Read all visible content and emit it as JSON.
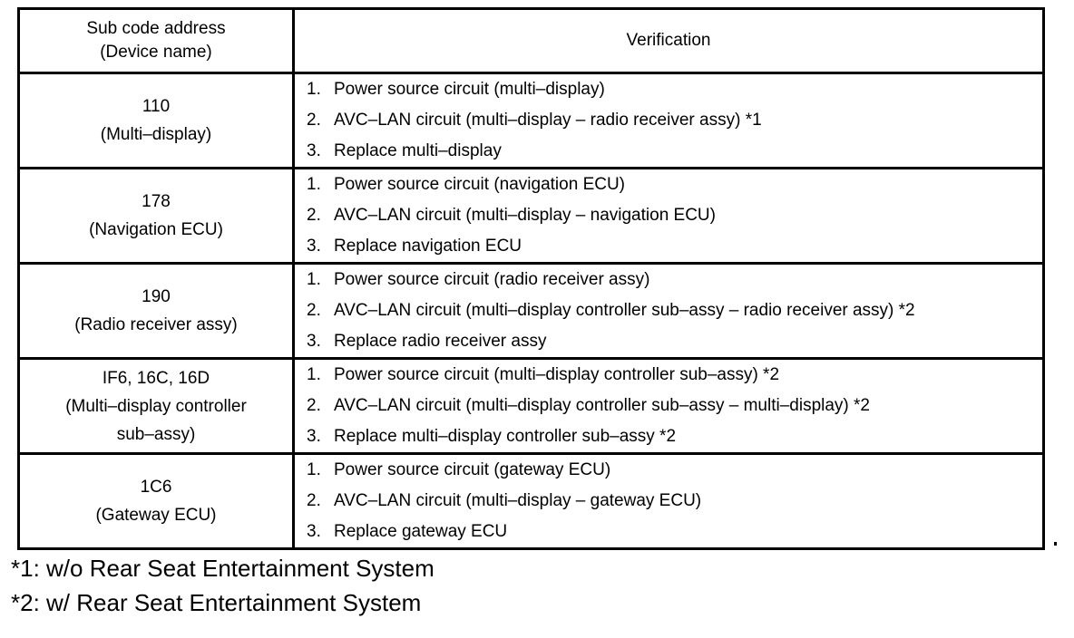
{
  "table": {
    "headers": {
      "code_line1": "Sub code address",
      "code_line2": "(Device name)",
      "verification": "Verification"
    },
    "rows": [
      {
        "code": "110",
        "device": "(Multi–display)",
        "device_line2": "",
        "items": [
          {
            "num": "1.",
            "text": "Power source circuit (multi–display)"
          },
          {
            "num": "2.",
            "text": "AVC–LAN circuit (multi–display – radio receiver assy) *1"
          },
          {
            "num": "3.",
            "text": "Replace multi–display"
          }
        ]
      },
      {
        "code": "178",
        "device": "(Navigation ECU)",
        "device_line2": "",
        "items": [
          {
            "num": "1.",
            "text": "Power source circuit (navigation ECU)"
          },
          {
            "num": "2.",
            "text": "AVC–LAN circuit (multi–display – navigation ECU)"
          },
          {
            "num": "3.",
            "text": "Replace navigation ECU"
          }
        ]
      },
      {
        "code": "190",
        "device": "(Radio receiver assy)",
        "device_line2": "",
        "items": [
          {
            "num": "1.",
            "text": "Power source circuit (radio receiver assy)"
          },
          {
            "num": "2.",
            "text": "AVC–LAN circuit (multi–display controller sub–assy – radio receiver assy) *2"
          },
          {
            "num": "3.",
            "text": "Replace radio receiver assy"
          }
        ]
      },
      {
        "code": "IF6, 16C, 16D",
        "device": "(Multi–display controller",
        "device_line2": "sub–assy)",
        "items": [
          {
            "num": "1.",
            "text": "Power source circuit (multi–display controller sub–assy) *2"
          },
          {
            "num": "2.",
            "text": "AVC–LAN circuit (multi–display controller sub–assy – multi–display) *2"
          },
          {
            "num": "3.",
            "text": "Replace multi–display controller sub–assy *2"
          }
        ]
      },
      {
        "code": "1C6",
        "device": "(Gateway ECU)",
        "device_line2": "",
        "items": [
          {
            "num": "1.",
            "text": "Power source circuit (gateway ECU)"
          },
          {
            "num": "2.",
            "text": "AVC–LAN circuit (multi–display – gateway ECU)"
          },
          {
            "num": "3.",
            "text": "Replace gateway ECU"
          }
        ]
      }
    ]
  },
  "footnotes": [
    "*1: w/o Rear Seat Entertainment System",
    "*2: w/ Rear Seat Entertainment System"
  ],
  "colors": {
    "border": "#000000",
    "text": "#000000",
    "background": "#ffffff"
  }
}
